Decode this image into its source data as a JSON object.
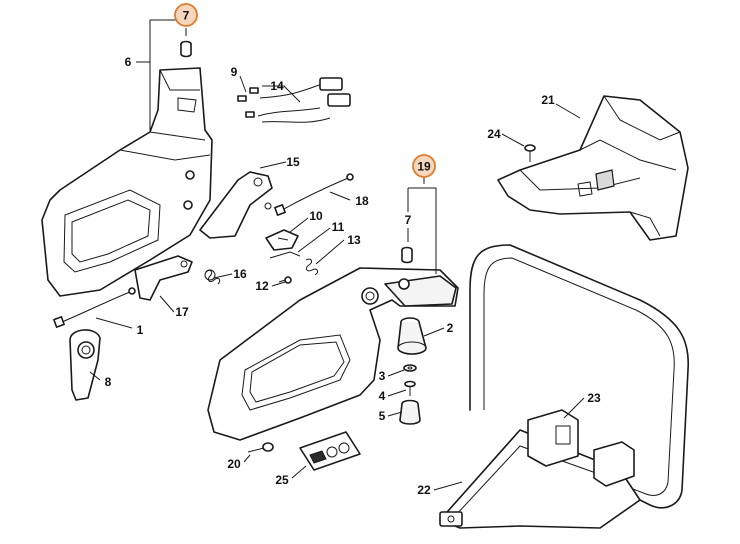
{
  "callouts": {
    "c1": "1",
    "c2": "2",
    "c3": "3",
    "c4": "4",
    "c5": "5",
    "c6": "6",
    "c7a": "7",
    "c7b": "7",
    "c8": "8",
    "c9": "9",
    "c10": "10",
    "c11": "11",
    "c12": "12",
    "c13": "13",
    "c14": "14",
    "c15": "15",
    "c16": "16",
    "c17": "17",
    "c18": "18",
    "c19": "19",
    "c20": "20",
    "c21": "21",
    "c22": "22",
    "c23": "23",
    "c24": "24",
    "c25": "25"
  },
  "colors": {
    "highlight_fill": "#f6d6bd",
    "highlight_stroke": "#e07a2c",
    "line": "#1a1a1a"
  }
}
